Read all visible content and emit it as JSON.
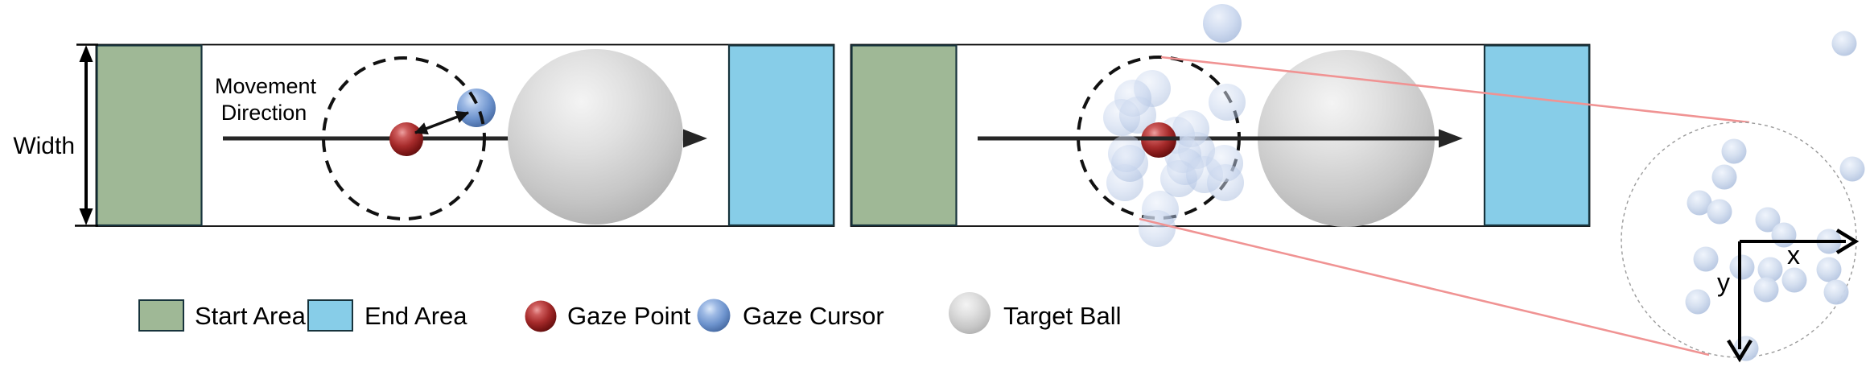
{
  "panel_left": {
    "width_label": "Width",
    "movement_label_line1": "Movement",
    "movement_label_line2": "Direction"
  },
  "zoom_inset": {
    "x_axis_label": "x",
    "y_axis_label": "y"
  },
  "legend": {
    "items": [
      {
        "label": "Start Area"
      },
      {
        "label": "End Area"
      },
      {
        "label": "Gaze Point"
      },
      {
        "label": "Gaze Cursor"
      },
      {
        "label": "Target Ball"
      }
    ]
  },
  "colors": {
    "start_area_fill": "#9fb896",
    "end_area_fill": "#87cde8",
    "area_border": "#17333c",
    "track_border": "#000000",
    "arrow_black": "#262626",
    "dashed_circle": "#111111",
    "zoom_link_pink": "#f09393",
    "zoom_circle_gray": "#9a9a9a",
    "gaze_point_red": "#a52a2a",
    "gaze_cursor_blue": "#5c85c6",
    "target_ball_gray": "#c9c9c9",
    "gaze_sample_blue": "#b7c9e8"
  },
  "scatter": {
    "gaze_cluster": {
      "point_name": "gaze-cursor-sample",
      "r": 23,
      "fill": "url(#gradCluster)",
      "opacity": 0.5,
      "points": [
        [
          1432,
          110
        ],
        [
          1408,
          122
        ],
        [
          1394,
          146
        ],
        [
          1414,
          143
        ],
        [
          1400,
          191
        ],
        [
          1398,
          227
        ],
        [
          1404,
          203
        ],
        [
          1442,
          260
        ],
        [
          1438,
          284
        ],
        [
          1462,
          168
        ],
        [
          1470,
          192
        ],
        [
          1480,
          160
        ],
        [
          1487,
          187
        ],
        [
          1473,
          207
        ],
        [
          1465,
          222
        ],
        [
          1497,
          217
        ],
        [
          1522,
          203
        ],
        [
          1523,
          227
        ],
        [
          1525,
          127
        ]
      ]
    },
    "stray_cursor": {
      "point_name": "gaze-cursor-sample",
      "r": 24,
      "fill": "url(#gradCluster)",
      "opacity": 0.8,
      "points": [
        [
          1519,
          29
        ]
      ]
    },
    "zoom_scatter": {
      "point_name": "gaze-cursor-sample",
      "r": 15.5,
      "fill": "url(#gradZoom)",
      "opacity": 0.95,
      "points": [
        [
          2155,
          188
        ],
        [
          2143,
          220
        ],
        [
          2112,
          252
        ],
        [
          2137,
          263
        ],
        [
          2197,
          273
        ],
        [
          2217,
          292
        ],
        [
          2273,
          300
        ],
        [
          2302,
          210
        ],
        [
          2120,
          322
        ],
        [
          2165,
          332
        ],
        [
          2200,
          335
        ],
        [
          2230,
          348
        ],
        [
          2195,
          360
        ],
        [
          2273,
          335
        ],
        [
          2282,
          363
        ],
        [
          2110,
          375
        ],
        [
          2170,
          433
        ],
        [
          2292,
          54
        ]
      ]
    }
  }
}
